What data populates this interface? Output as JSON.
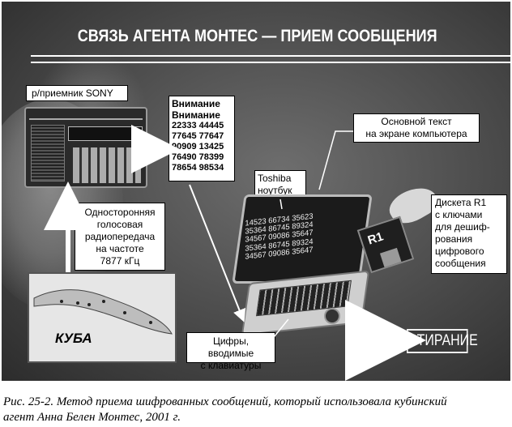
{
  "title": "СВЯЗЬ АГЕНТА МОНТЕС — ПРИЕМ СООБЩЕНИЯ",
  "radio": {
    "label": "р/приемник SONY"
  },
  "message": {
    "header1": "Внимание",
    "header2": "Внимание",
    "rows": [
      "22333 44445",
      "77645 77647",
      "90909 13425",
      "76490 78399",
      "78654 98534"
    ]
  },
  "broadcast": {
    "lines": [
      "Односторонняя",
      "голосовая",
      "радиопередача",
      "на частоте",
      "7877 кГц"
    ]
  },
  "screen_text": {
    "lines": [
      "Основной текст",
      "на экране компьютера"
    ]
  },
  "laptop": {
    "lines": [
      "Toshiba",
      "ноутбук"
    ],
    "screen_rows": [
      "14523 66734 35623",
      "35364 86745 89324",
      "34567 09086 35647",
      "35364 86745 89324",
      "34567 09086 35647"
    ]
  },
  "diskette": {
    "label": "R1",
    "lines": [
      "Дискета R1",
      "с ключами",
      "для дешиф-",
      "рования",
      "цифрового",
      "сообщения"
    ]
  },
  "keys": {
    "lines": [
      "Цифры, вводимые",
      "с клавиатуры"
    ]
  },
  "erase": {
    "label": "СТИРАНИЕ"
  },
  "map": {
    "label": "КУБА"
  },
  "caption": {
    "lines": [
      "Рис. 25-2. Метод приема шифрованных сообщений, который использовала кубинский",
      "агент Анна Белен Монтес, 2001 г."
    ]
  }
}
